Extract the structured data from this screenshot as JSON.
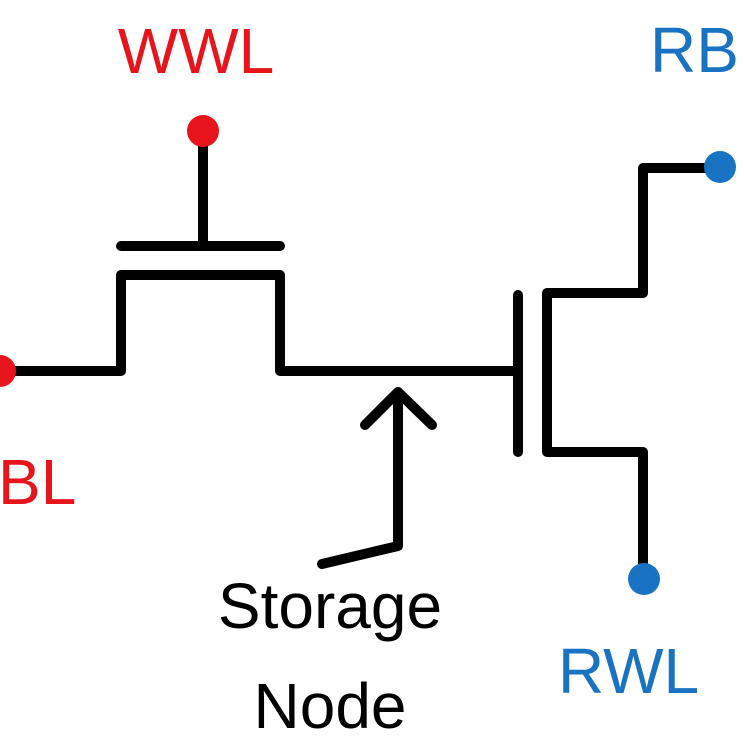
{
  "diagram": {
    "title": "2T gain cell circuit",
    "terminals": {
      "wwl": {
        "label": "WWL",
        "color": "#e8141c"
      },
      "wbl": {
        "label": "BL",
        "color": "#e8141c"
      },
      "rbl": {
        "label": "RB",
        "color": "#1a72c2"
      },
      "rwl": {
        "label": "RWL",
        "color": "#1a72c2"
      }
    },
    "annotation": {
      "line1": "Storage",
      "line2": "Node"
    },
    "wire_color": "#000000"
  }
}
